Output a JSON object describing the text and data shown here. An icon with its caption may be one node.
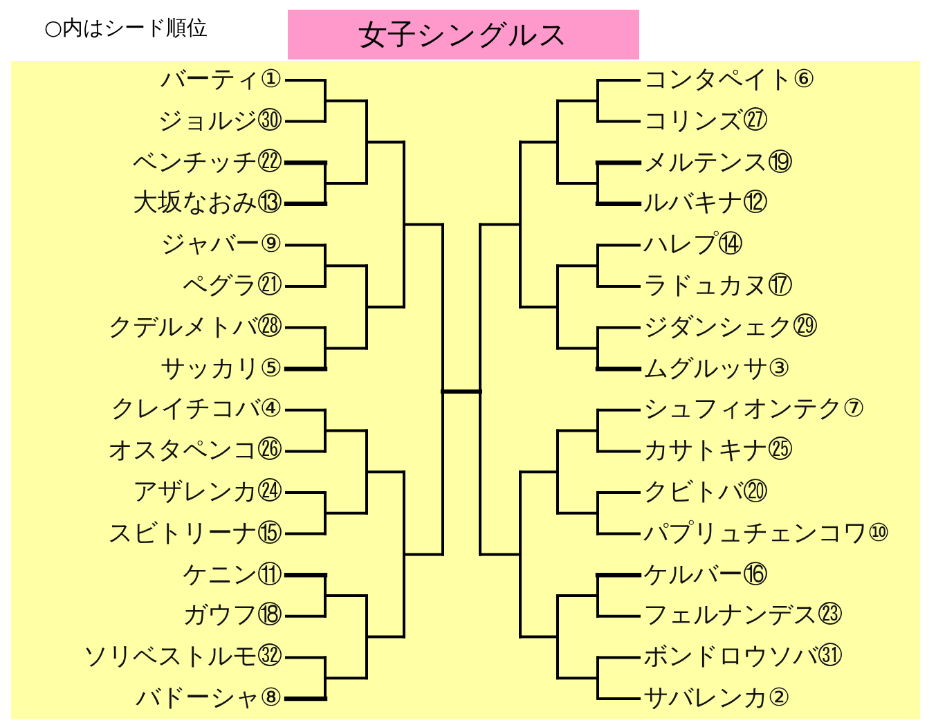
{
  "diagram": {
    "title": "女子シングルス",
    "labels": [
      "○内はシード順位",
      "バーティ①",
      "ジョルジ㉚",
      "ベンチッチ㉒",
      "大坂なおみ⑬",
      "ジャバー⑨",
      "ペグラ㉑",
      "クデルメトバ㉘",
      "サッカリ⑤",
      "クレイチコバ④",
      "オスタペンコ㉖",
      "アザレンカ㉔",
      "スビトリーナ⑮",
      "ケニン⑪",
      "ガウフ⑱",
      "ソリベストルモ㉜",
      "バドーシャ⑧",
      "コンタペイト⑥",
      "コリンズ㉗",
      "メルテンス⑲",
      "ルバキナ⑫",
      "ハレプ⑭",
      "ラドュカヌ⑰",
      "ジダンシェク㉙",
      "ムグルッサ③",
      "シュフィオンテク⑦",
      "カサトキナ㉕",
      "クビトバ⑳",
      "パプリュチェンコワ⑩",
      "ケルバー⑯",
      "フェルナンデス㉓",
      "ボンドロウソバ㉛",
      "サバレンカ②"
    ]
  }
}
